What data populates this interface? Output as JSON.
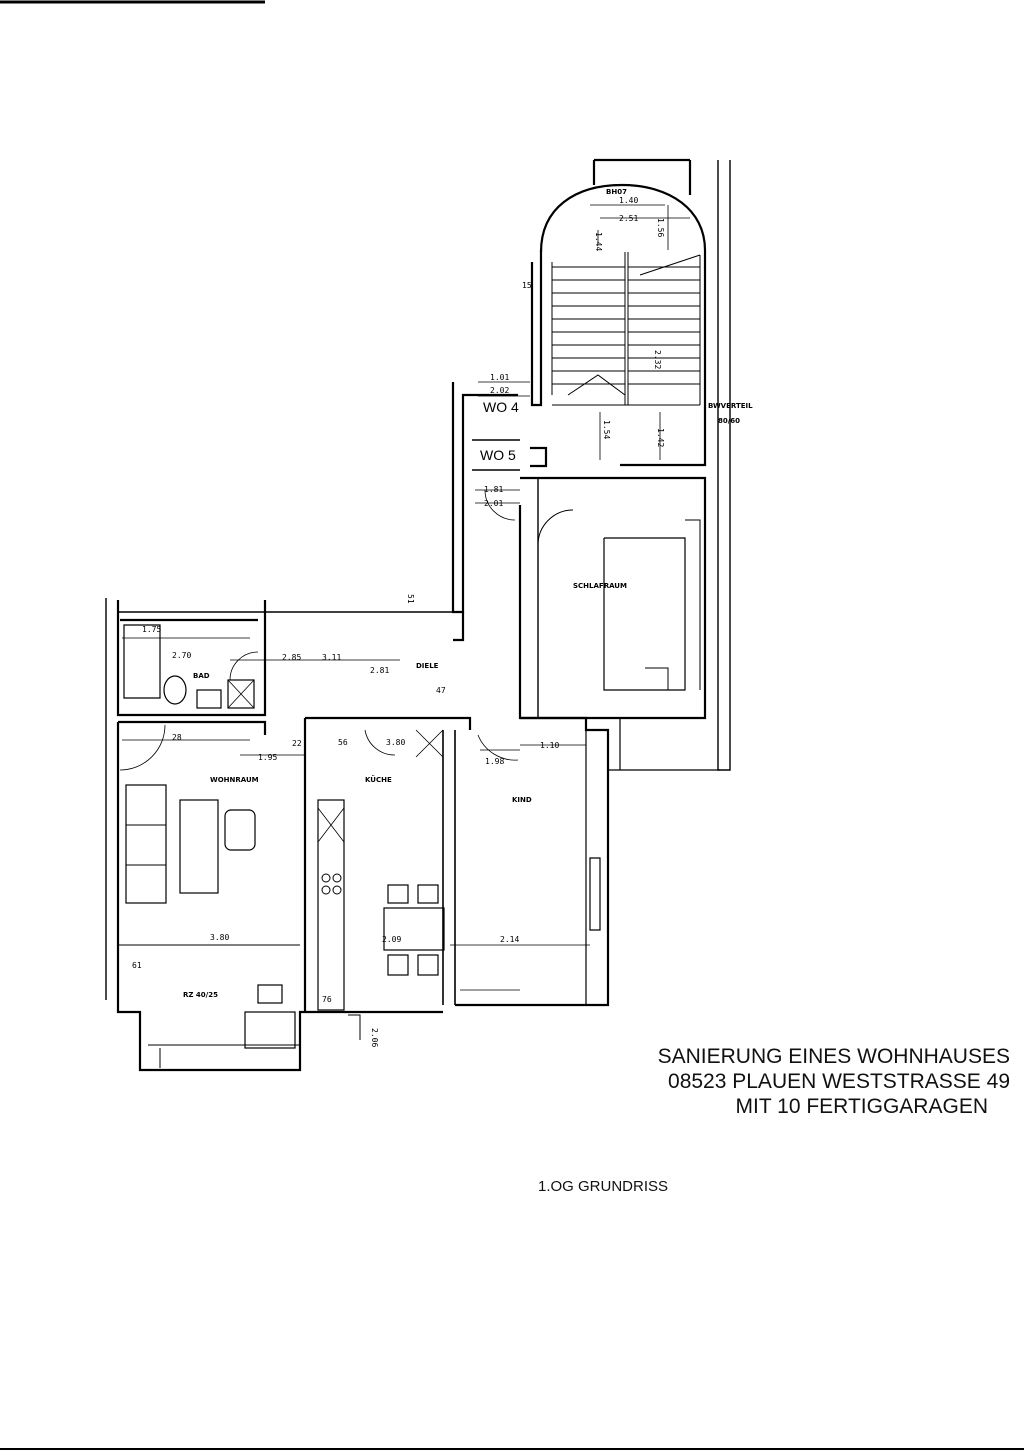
{
  "title": {
    "line1": "SANIERUNG EINES WOHNHAUSES",
    "line2": "08523 PLAUEN  WESTSTRASSE 49",
    "line3": "MIT 10 FERTIGGARAGEN"
  },
  "subtitle": "1.OG GRUNDRISS",
  "rooms": {
    "wohnraum": "WOHNRAUM",
    "kueche": "KÜCHE",
    "kind": "KIND",
    "schlafraum": "SCHLAFRAUM",
    "bad": "BAD",
    "diele": "DIELE"
  },
  "units": {
    "wo4": "WO 4",
    "wo5": "WO 5"
  },
  "labels": {
    "bwvert": "BWVERTEIL",
    "bwvert_size": "80/60",
    "rz": "RZ 40/25",
    "bh": "BH07"
  },
  "dims": {
    "d140": "1.40",
    "d251": "2.51",
    "d144": "1.44",
    "d156": "1.56",
    "d15": "15",
    "d101": "1.01",
    "d202": "2.02",
    "d154": "1.54",
    "d142": "1.42",
    "d232": "2.32",
    "d181": "1.81",
    "d201": "2.01",
    "d175": "1.75",
    "d270": "2.70",
    "d285": "2.85",
    "d311": "3.11",
    "d281": "2.81",
    "d195": "1.95",
    "d380a": "3.80",
    "d380b": "3.80",
    "d209": "2.09",
    "d214": "2.14",
    "d110": "1.10",
    "d198": "1.98",
    "d206": "2.06",
    "d76": "76",
    "d47": "47",
    "d51": "51",
    "d56": "56",
    "d61": "61",
    "d28": "28",
    "d22": "22"
  }
}
